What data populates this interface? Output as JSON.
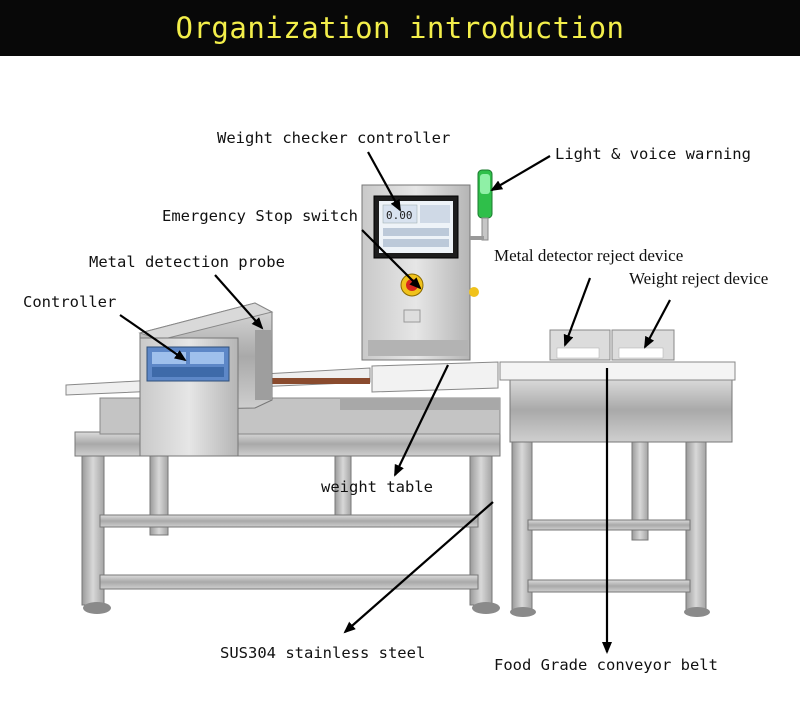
{
  "header": {
    "title": "Organization introduction"
  },
  "labels": {
    "weight_checker_controller": "Weight checker controller",
    "light_voice_warning": "Light & voice warning",
    "emergency_stop_switch": "Emergency Stop switch",
    "metal_detection_probe": "Metal detection probe",
    "metal_detector_reject_device": "Metal detector reject device",
    "weight_reject_device": "Weight reject device",
    "controller": "Controller",
    "weight_table": "weight table",
    "sus304_stainless_steel": "SUS304 stainless steel",
    "food_grade_conveyor_belt": "Food Grade conveyor belt"
  },
  "screen": {
    "readout": "0.00"
  },
  "colors": {
    "banner_bg": "#080808",
    "banner_text": "#f3ee4a",
    "steel": "#b9b9b9",
    "warning_light": "#2fbf4a",
    "stop_button": "#d7261e"
  }
}
